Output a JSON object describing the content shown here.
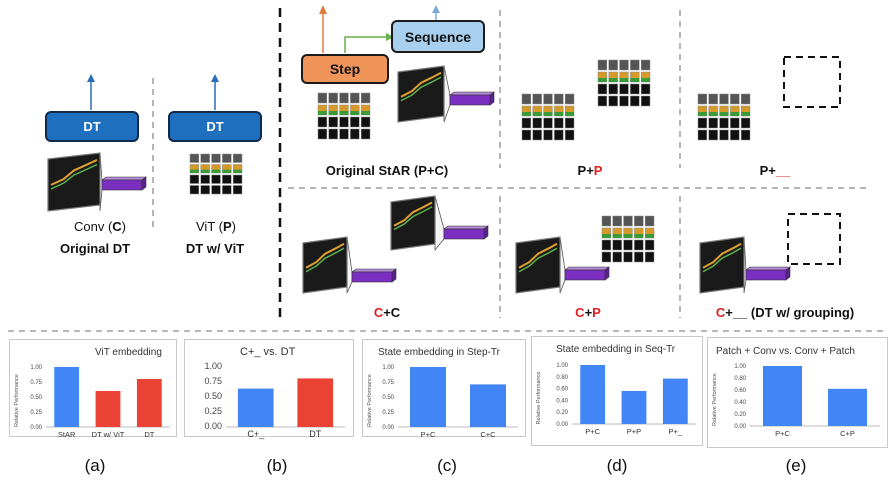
{
  "diagram": {
    "dt_label": "DT",
    "step_label": "Step",
    "sequence_label": "Sequence",
    "conv_text": "Conv (",
    "conv_key": "C",
    "conv_end": ")",
    "vit_text": "ViT (",
    "vit_key": "P",
    "vit_end": ")",
    "original_dt": "Original DT",
    "dt_w_vit": "DT w/ ViT",
    "original_star": "Original StAR (P+C)",
    "pp_prefix": "P+",
    "pp_red": "P",
    "pblank_prefix": "P+",
    "pblank_red": "__",
    "cc_red": "C",
    "cc_suffix": "+C",
    "cp_red": "C",
    "cp_mid": "+",
    "cp_red2": "P",
    "cgroup_red": "C",
    "cgroup_suffix": "+__ (DT w/ grouping)"
  },
  "panel_labels": [
    "(a)",
    "(b)",
    "(c)",
    "(d)",
    "(e)"
  ],
  "colors": {
    "blue": "#4285f4",
    "red": "#ea4335"
  },
  "chart_data": [
    {
      "type": "bar",
      "title": "ViT embedding",
      "ylabel": "Relative Performance",
      "categories": [
        "StAR",
        "DT w/ ViT",
        "DT"
      ],
      "values": [
        1.0,
        0.6,
        0.8
      ],
      "bar_colors": [
        "#4285f4",
        "#ea4335",
        "#ea4335"
      ],
      "yticks": [
        "1.00",
        "0.75",
        "0.50",
        "0.25",
        "0.00"
      ],
      "ylim": [
        0,
        1
      ]
    },
    {
      "type": "bar",
      "title": "C+_ vs. DT",
      "ylabel": "",
      "categories": [
        "C+_",
        "DT"
      ],
      "values": [
        0.64,
        0.81
      ],
      "bar_colors": [
        "#4285f4",
        "#ea4335"
      ],
      "yticks": [
        "1.00",
        "0.75",
        "0.50",
        "0.25",
        "0.00"
      ],
      "ylim": [
        0,
        1
      ]
    },
    {
      "type": "bar",
      "title": "State embedding in Step-Tr",
      "ylabel": "Relative Performance",
      "categories": [
        "P+C",
        "C+C"
      ],
      "values": [
        1.0,
        0.71
      ],
      "bar_colors": [
        "#4285f4",
        "#4285f4"
      ],
      "yticks": [
        "1.00",
        "0.75",
        "0.50",
        "0.25",
        "0.00"
      ],
      "ylim": [
        0,
        1
      ]
    },
    {
      "type": "bar",
      "title": "State embedding in Seq-Tr",
      "ylabel": "Relative Performance",
      "categories": [
        "P+C",
        "P+P",
        "P+_"
      ],
      "values": [
        1.0,
        0.56,
        0.77
      ],
      "bar_colors": [
        "#4285f4",
        "#4285f4",
        "#4285f4"
      ],
      "yticks": [
        "1.00",
        "0.80",
        "0.60",
        "0.40",
        "0.20",
        "0.00"
      ],
      "ylim": [
        0,
        1
      ]
    },
    {
      "type": "bar",
      "title": "Patch + Conv vs. Conv + Patch",
      "ylabel": "Relative Performance",
      "categories": [
        "P+C",
        "C+P"
      ],
      "values": [
        1.0,
        0.62
      ],
      "bar_colors": [
        "#4285f4",
        "#4285f4"
      ],
      "yticks": [
        "1.00",
        "0.80",
        "0.60",
        "0.40",
        "0.20",
        "0.00"
      ],
      "ylim": [
        0,
        1
      ]
    }
  ]
}
